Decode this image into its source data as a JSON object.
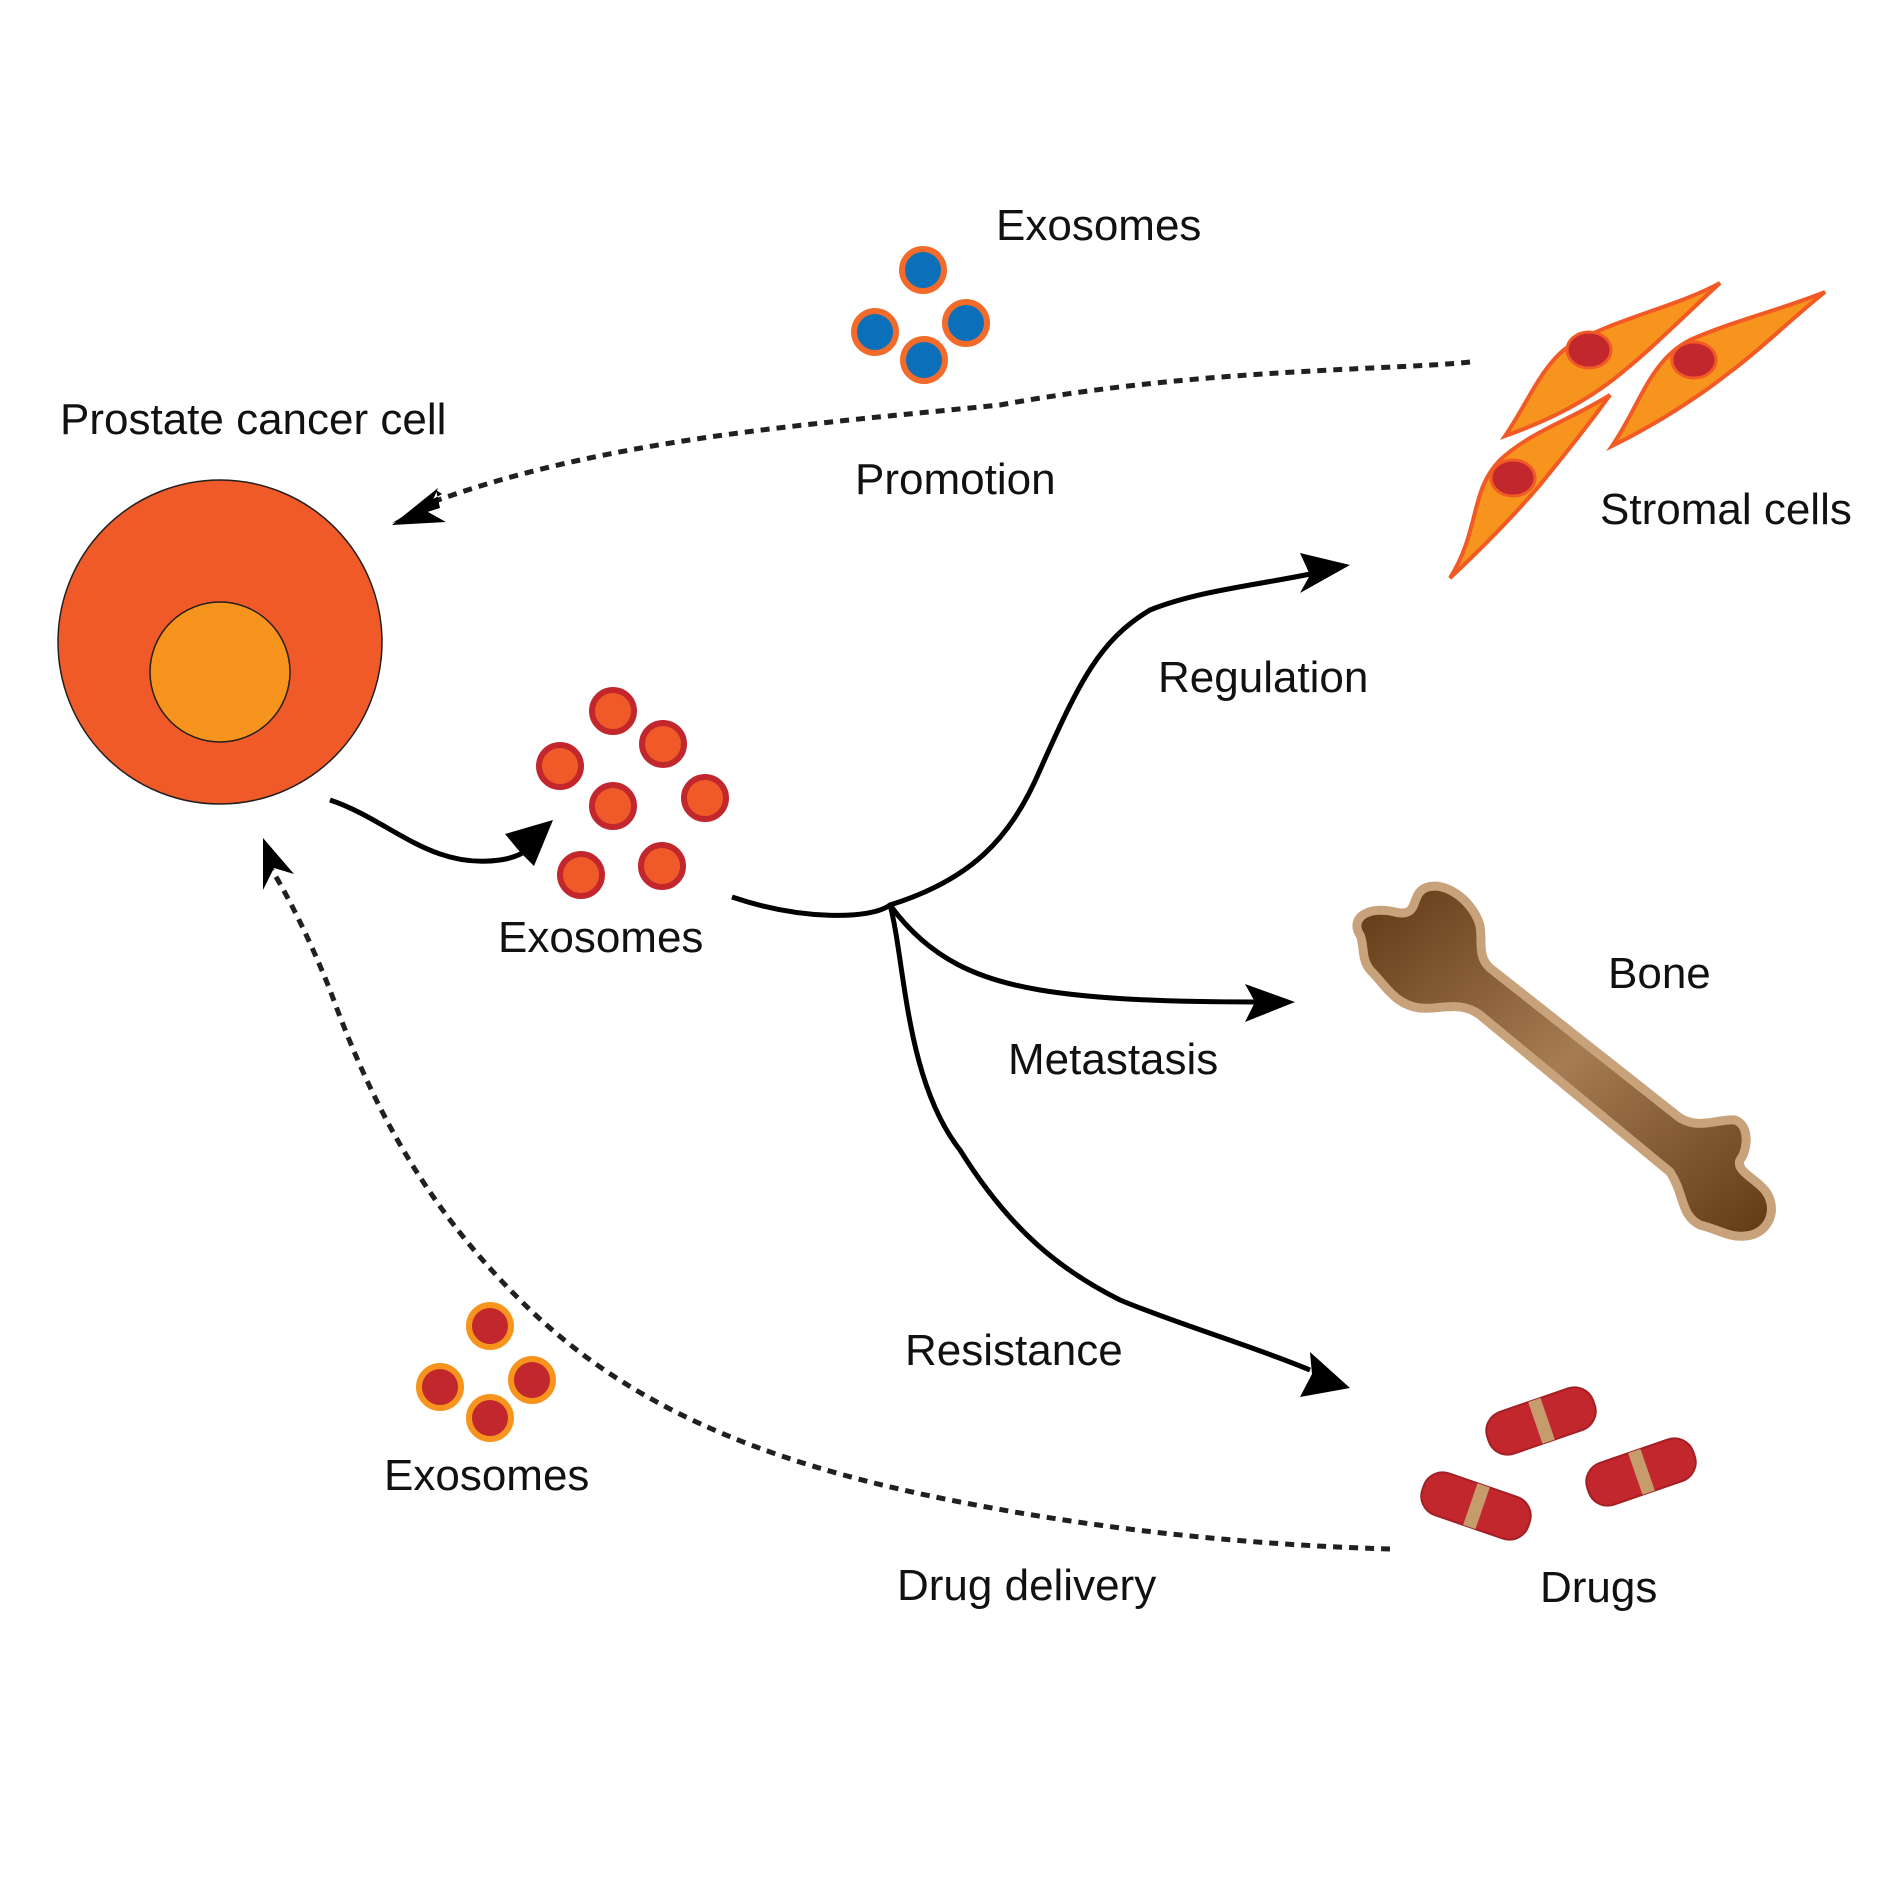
{
  "labels": {
    "prostate_cancer_cell": "Prostate cancer cell",
    "exosomes_top": "Exosomes",
    "promotion": "Promotion",
    "stromal_cells": "Stromal cells",
    "exosomes_middle": "Exosomes",
    "regulation": "Regulation",
    "bone": "Bone",
    "metastasis": "Metastasis",
    "resistance": "Resistance",
    "exosomes_bottom": "Exosomes",
    "drug_delivery": "Drug delivery",
    "drugs": "Drugs"
  },
  "colors": {
    "cancer_cell": "#ef5a28",
    "cancer_nucleus": "#f7941d",
    "exosome_blue_core": "#0b6fba",
    "exosome_ring": "#f26b2a",
    "exosome_red_core": "#f05a28",
    "exosome_red_ring": "#c1272d",
    "exosome_dark_red_core": "#c1272d",
    "exosome_orange_ring": "#f7941d",
    "stromal_cell": "#f7941d",
    "stromal_outline": "#f15a24",
    "stromal_nucleus": "#c1272d",
    "bone_dark": "#603913",
    "bone_light": "#a67c52",
    "bone_outline": "#c7a27a",
    "drug_red": "#c1272d",
    "drug_band": "#c69c6d",
    "arrow": "#000000",
    "dotted_arrow": "#231f20"
  }
}
